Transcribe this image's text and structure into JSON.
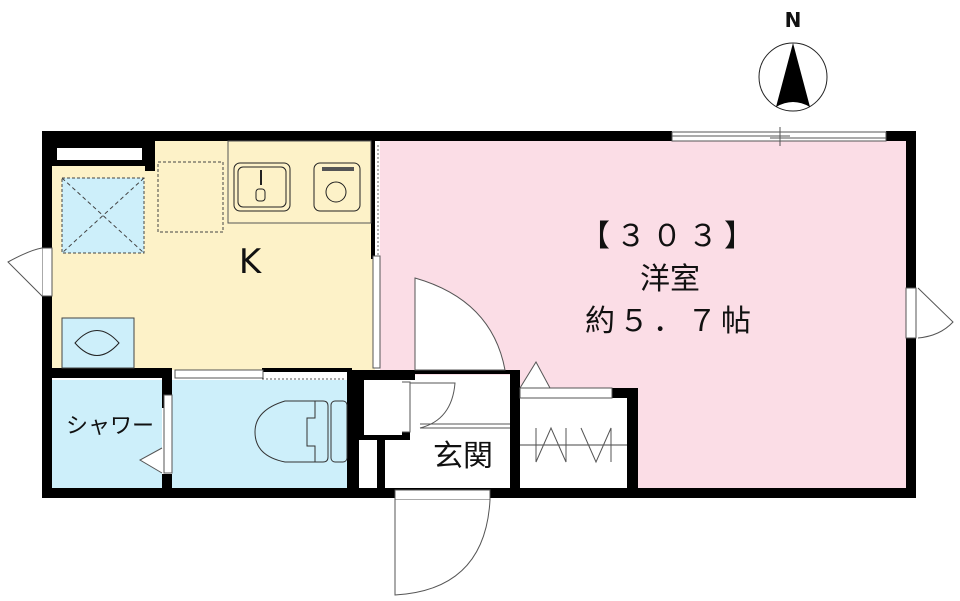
{
  "compass": {
    "label": "N"
  },
  "rooms": {
    "western": {
      "unit": "【３０３】",
      "name": "洋室",
      "area": "約５．７帖",
      "color": "#fbdde6"
    },
    "kitchen": {
      "label": "K",
      "color": "#fdf2c8"
    },
    "entrance": {
      "label": "玄関"
    },
    "shower": {
      "label": "シャワー",
      "color": "#cdeffa"
    },
    "toilet": {
      "color": "#cdeffa"
    }
  }
}
